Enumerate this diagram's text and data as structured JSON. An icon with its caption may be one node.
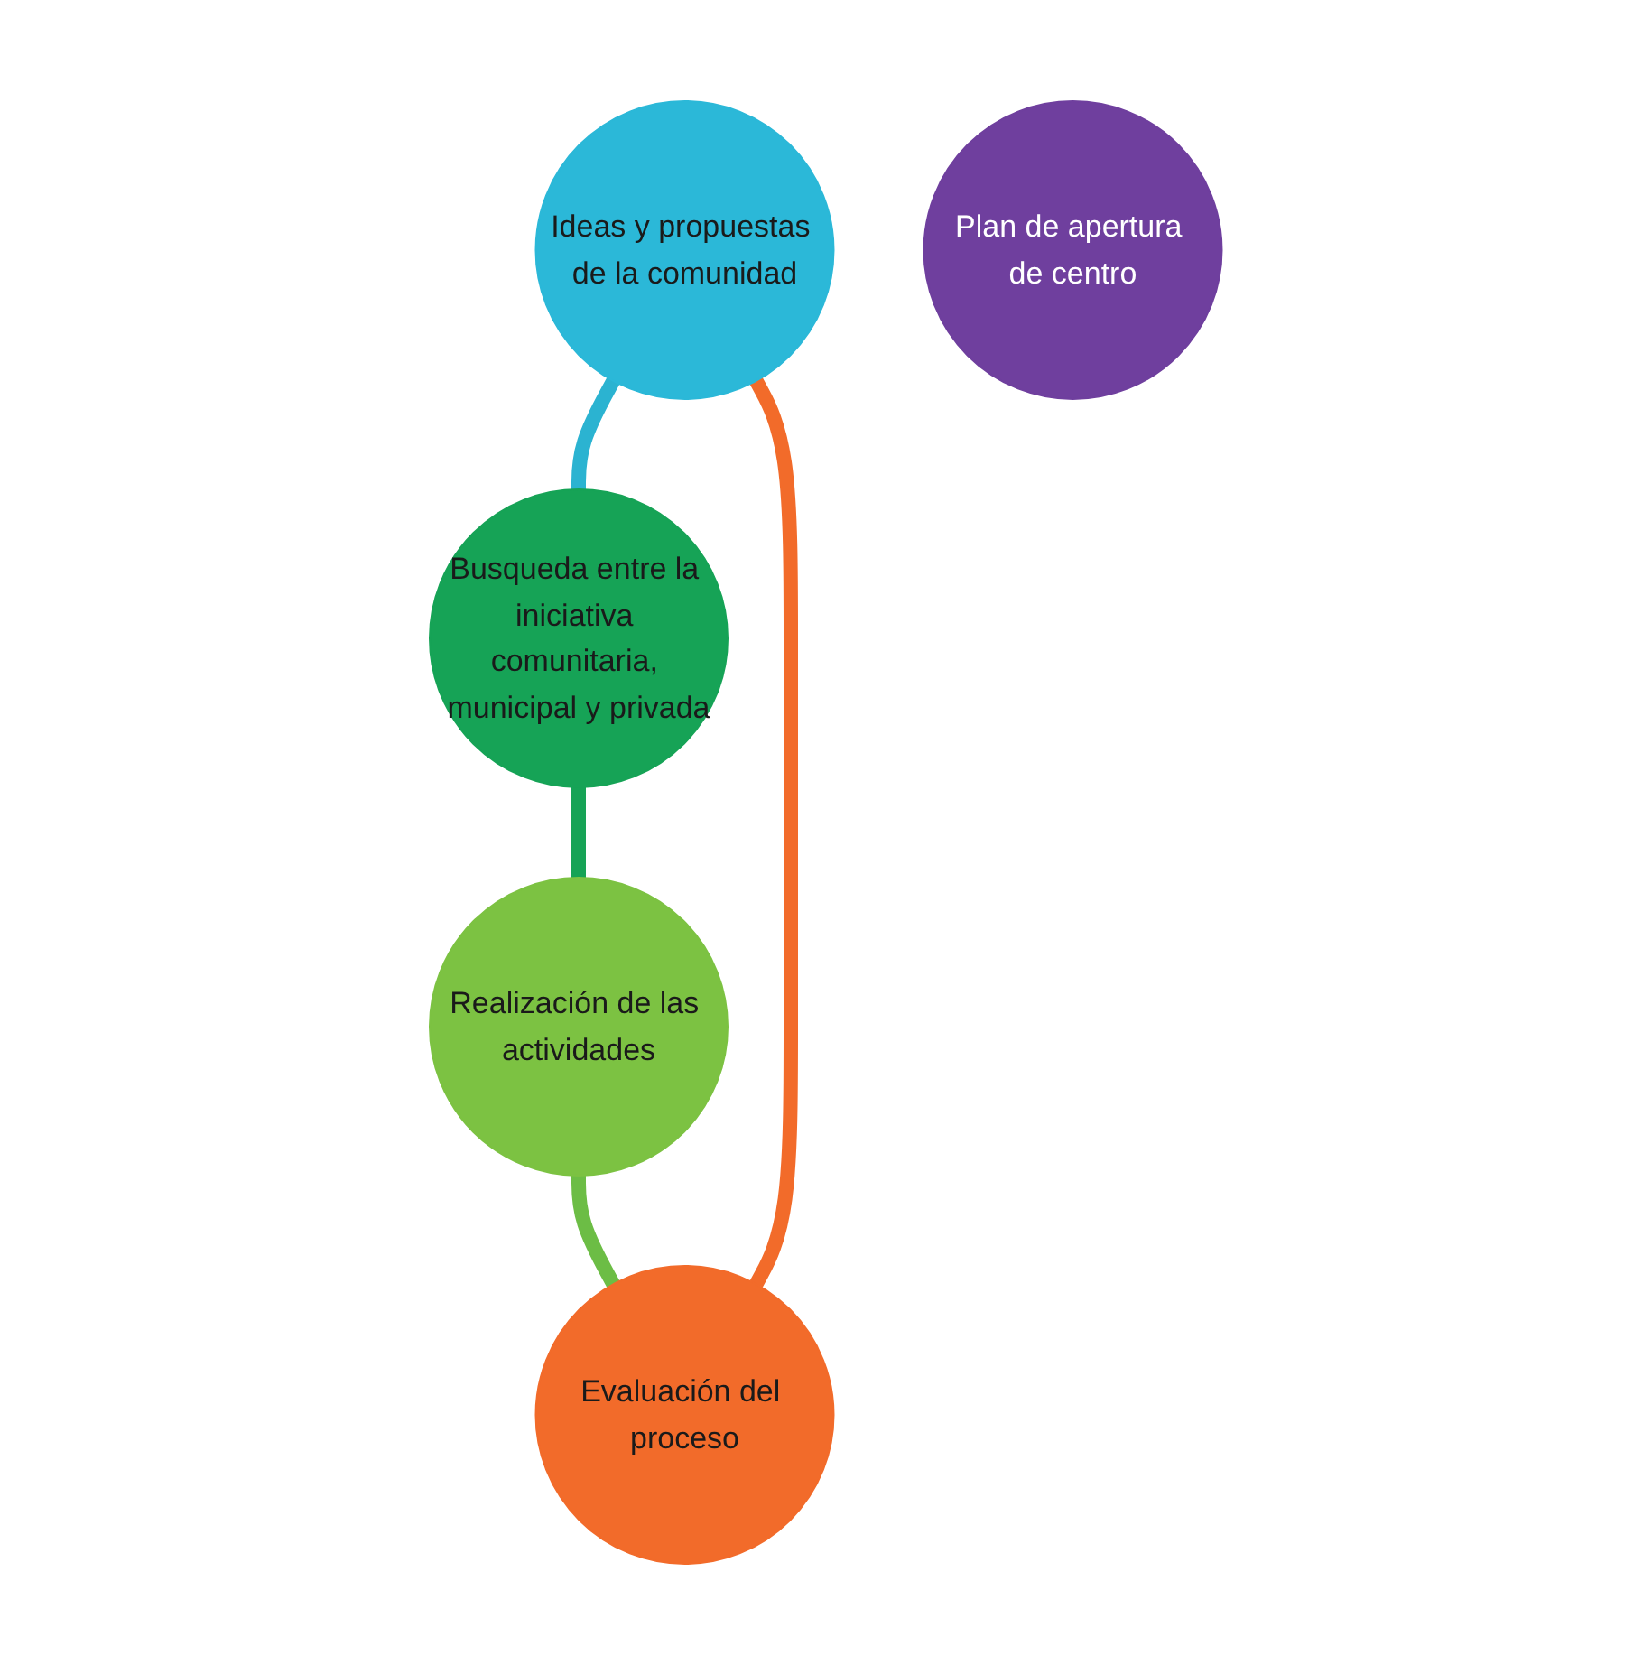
{
  "diagram": {
    "nodes": [
      {
        "text": [
          "Ideas y propuestas de la comunidad"
        ]
      },
      {
        "text": [
          "Evaluación del proceso"
        ]
      },
      {
        "text": [
          "Plan de apertura de centro"
        ]
      },
      {
        "text": [
          "Busqueda entre la iniciativa comunitaria, municipal y privada"
        ]
      },
      {
        "text": [
          "Realización de las actividades"
        ]
      }
    ],
    "edges": [
      {
        "from": 0,
        "to": 3,
        "arrow": "none",
        "color": "#2bb3d1"
      },
      {
        "from": 3,
        "to": 4,
        "arrow": "none",
        "color": "#16a356"
      },
      {
        "from": 4,
        "to": 1,
        "arrow": "none",
        "color": "#6cbd45"
      },
      {
        "from": 1,
        "to": 0,
        "arrow": "none",
        "color": "#f26b2a"
      }
    ]
  }
}
